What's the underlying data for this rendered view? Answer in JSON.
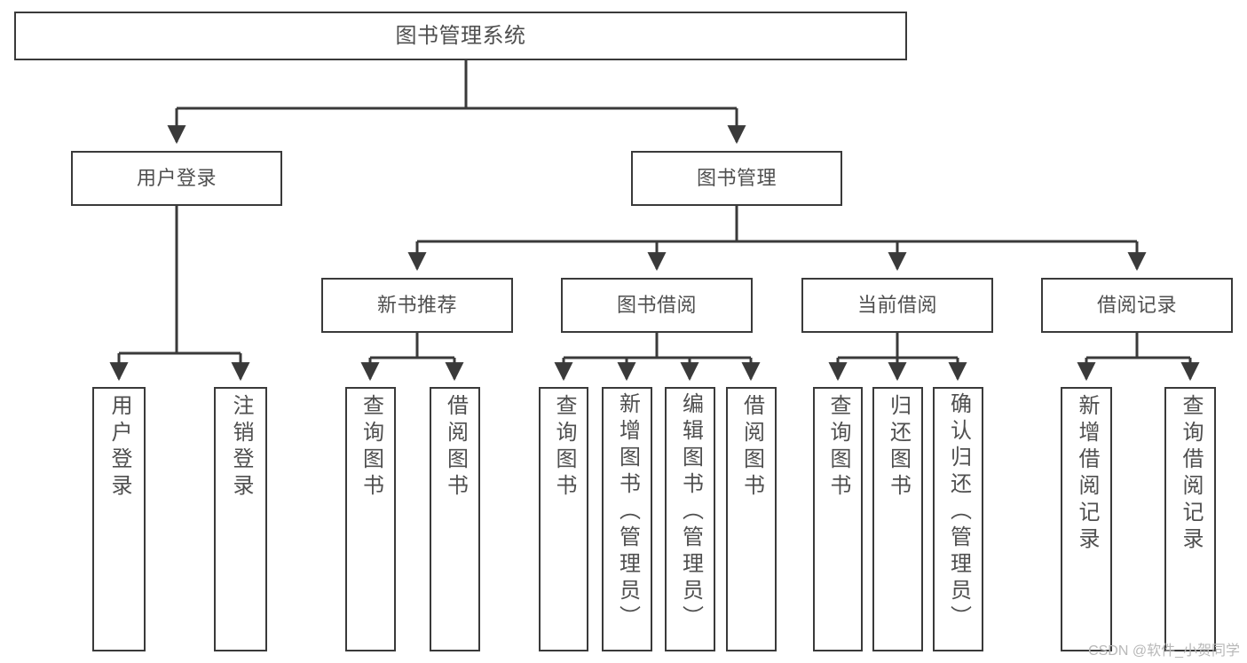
{
  "diagram": {
    "title": "图书管理系统",
    "type": "系统功能结构图",
    "root": {
      "label": "图书管理系统"
    },
    "level1": [
      {
        "id": "user-login",
        "label": "用户登录"
      },
      {
        "id": "book-mgmt",
        "label": "图书管理"
      }
    ],
    "level2": [
      {
        "id": "new-book",
        "label": "新书推荐"
      },
      {
        "id": "book-borrow",
        "label": "图书借阅"
      },
      {
        "id": "current-borrow",
        "label": "当前借阅"
      },
      {
        "id": "borrow-record",
        "label": "借阅记录"
      }
    ],
    "leaves": {
      "user-login": [
        {
          "id": "leaf-user-login",
          "label": "用户登录"
        },
        {
          "id": "leaf-logout",
          "label": "注销登录"
        }
      ],
      "new-book": [
        {
          "id": "leaf-query-book-1",
          "label": "查询图书"
        },
        {
          "id": "leaf-borrow-book-1",
          "label": "借阅图书"
        }
      ],
      "book-borrow": [
        {
          "id": "leaf-query-book-2",
          "label": "查询图书"
        },
        {
          "id": "leaf-add-book",
          "label": "新增图书（管理员）"
        },
        {
          "id": "leaf-edit-book",
          "label": "编辑图书（管理员）"
        },
        {
          "id": "leaf-borrow-book-2",
          "label": "借阅图书"
        }
      ],
      "current-borrow": [
        {
          "id": "leaf-query-book-3",
          "label": "查询图书"
        },
        {
          "id": "leaf-return-book",
          "label": "归还图书"
        },
        {
          "id": "leaf-confirm-return",
          "label": "确认归还（管理员）"
        }
      ],
      "borrow-record": [
        {
          "id": "leaf-add-record",
          "label": "新增借阅记录"
        },
        {
          "id": "leaf-query-record",
          "label": "查询借阅记录"
        }
      ]
    }
  },
  "watermark": {
    "text": "CSDN @软件_小贺同学"
  },
  "colors": {
    "border": "#3a3a3a",
    "text": "#4f4f4f",
    "background": "#ffffff",
    "watermark": "#b8b8b8"
  }
}
